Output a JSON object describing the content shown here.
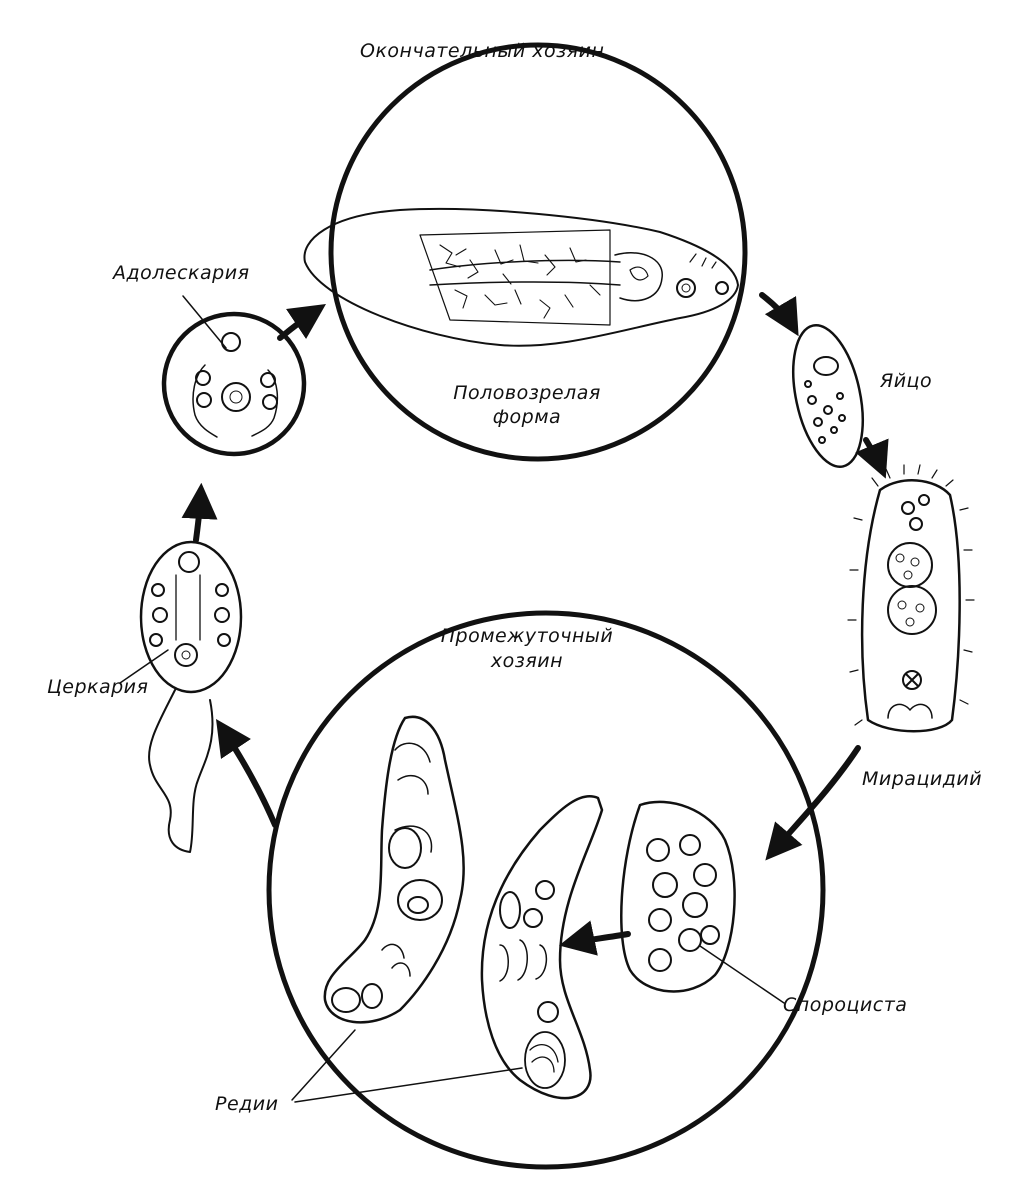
{
  "diagram": {
    "title_definitive_host": "Окончательный  хозяин",
    "title_intermediate_host_line1": "Промежуточный",
    "title_intermediate_host_line2": "хозяин",
    "stages": {
      "adult_line1": "Половозрелая",
      "adult_line2": "форма",
      "egg": "Яйцо",
      "miracidium": "Мирацидий",
      "sporocyst": "Спороциста",
      "redia": "Редии",
      "cercaria": "Церкария",
      "adolescaria": "Адолескария"
    }
  }
}
